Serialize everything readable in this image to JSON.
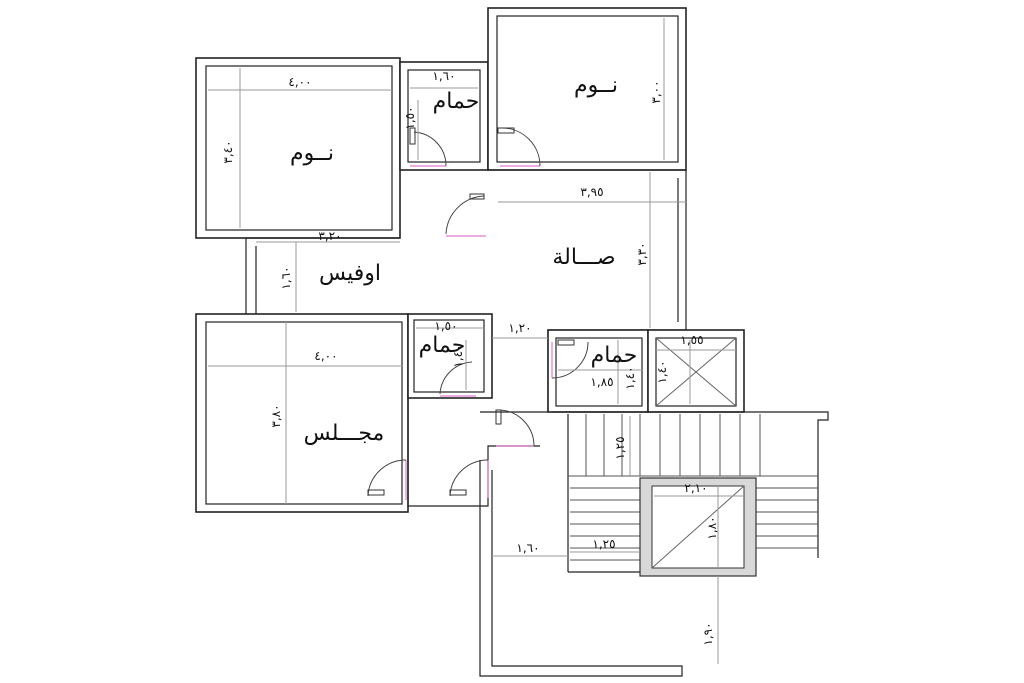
{
  "rooms": [
    {
      "id": "bedroom-1",
      "label": "نــوم"
    },
    {
      "id": "bedroom-2",
      "label": "نــوم"
    },
    {
      "id": "bath-1",
      "label": "حمام"
    },
    {
      "id": "office",
      "label": "اوفيس"
    },
    {
      "id": "hall",
      "label": "صـــالة"
    },
    {
      "id": "bath-2",
      "label": "حمام"
    },
    {
      "id": "bath-3",
      "label": "حمام"
    },
    {
      "id": "majlis",
      "label": "مجـــلس"
    }
  ],
  "dimensions": {
    "bedroom1_w": "٤,٠٠",
    "bedroom1_h": "٣,٤٠",
    "bath1_w": "١,٦٠",
    "bath1_h": "١,٥٠",
    "bedroom2_h": "٣,٠٠",
    "hall_w": "٣,٩٥",
    "hall_h": "٣,٣٠",
    "office_w": "٣,٢٠",
    "office_h": "١,٦٠",
    "majlis_w": "٤,٠٠",
    "majlis_h": "٣,٨٠",
    "bath2_w": "١,٥٠",
    "bath2_h": "١,٤٠",
    "corridor_w": "١,٢٠",
    "bath3_w": "١,٨٥",
    "bath3_h": "١,٤٠",
    "shaft_w": "١,٥٥",
    "shaft_h": "١,٤٠",
    "stair_top": "١,٢٥",
    "stair_well_w": "٢,١٠",
    "stair_well_h": "١,٨٠",
    "stair_bottom": "١,٢٥",
    "entry_w": "١,٦٠",
    "entry_h": "١,٩٠"
  }
}
